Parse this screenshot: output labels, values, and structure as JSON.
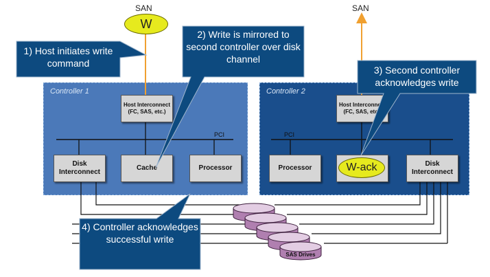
{
  "san_left": "SAN",
  "san_right": "SAN",
  "write_marker": "W",
  "ack_marker": "W-ack",
  "controller1": {
    "title": "Controller 1",
    "host_interconnect_title": "Host Interconnect",
    "host_interconnect_sub": "(FC,  SAS, etc.)",
    "pci": "PCI",
    "disk_interconnect": "Disk Interconnect",
    "cache": "Cache",
    "processor": "Processor"
  },
  "controller2": {
    "title": "Controller 2",
    "host_interconnect_title": "Host Interconnect",
    "host_interconnect_sub": "(FC,  SAS, etc.)",
    "pci": "PCI",
    "processor": "Processor",
    "disk_interconnect": "Disk Interconnect"
  },
  "drives_label": "SAS Drives",
  "callouts": {
    "step1": "1) Host initiates write command",
    "step2": "2) Write is mirrored to second controller over disk channel",
    "step3": "3) Second controller acknowledges write",
    "step4": "4) Controller acknowledges successful write"
  },
  "colors": {
    "controller1_fill": "#4b79b9",
    "controller2_fill": "#1a4e8c",
    "callout_fill": "#0d4a7f",
    "marker_fill": "#e6ea1e",
    "drive_fill": "#b07fb0",
    "san_line": "#f0a030"
  }
}
